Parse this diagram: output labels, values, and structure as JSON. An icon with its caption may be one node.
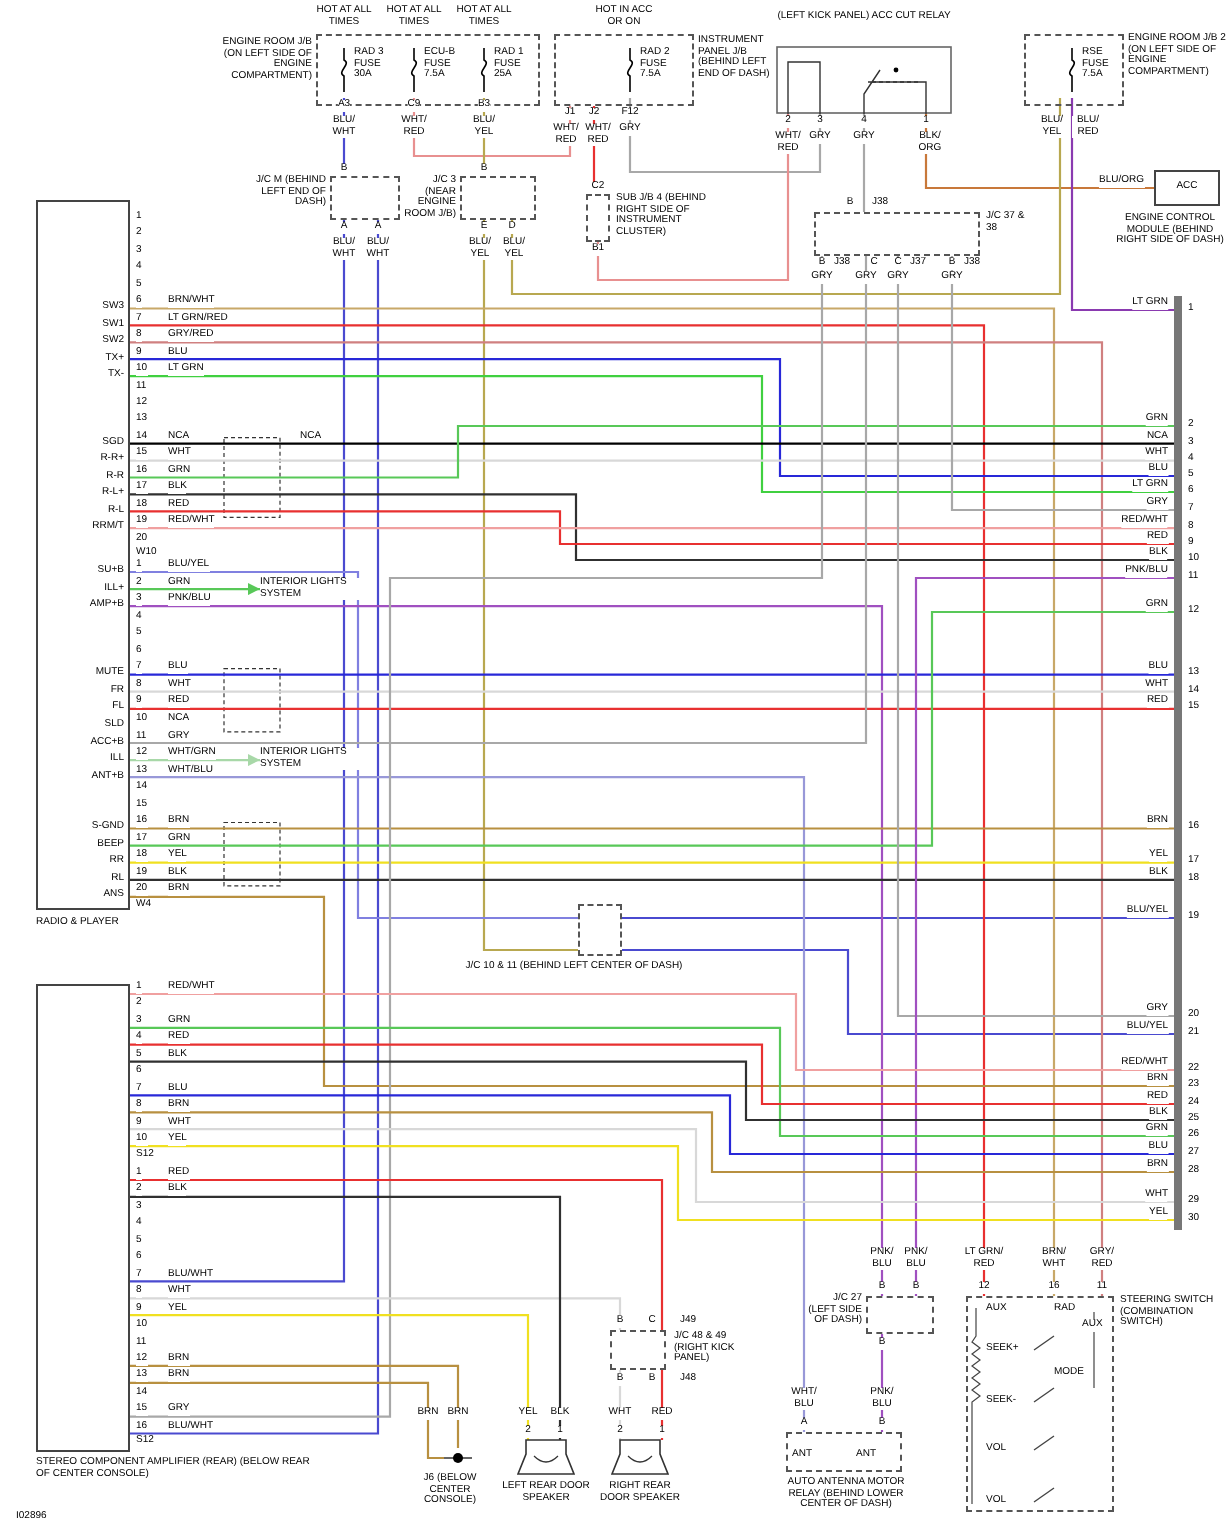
{
  "diagram": {
    "nodes": [
      {
        "text": [
          "ENGINE ROOM J/B (ON LEFT SIDE OF ENGINE COMPARTMENT)"
        ]
      },
      {
        "text": [
          "RAD 3 FUSE 30A"
        ],
        "in": 0
      },
      {
        "text": [
          "ECU-B FUSE 7.5A"
        ],
        "in": 0
      },
      {
        "text": [
          "RAD 1 FUSE 25A"
        ],
        "in": 0
      },
      {
        "text": [
          "INSTRUMENT PANEL J/B (BEHIND LEFT END OF DASH)"
        ]
      },
      {
        "text": [
          "RAD 2 FUSE 7.5A"
        ],
        "in": 4
      },
      {
        "text": [
          "(LEFT KICK PANEL) ACC CUT RELAY"
        ]
      },
      {
        "text": [
          "ENGINE ROOM J/B 2 (ON LEFT SIDE OF ENGINE COMPARTMENT)"
        ]
      },
      {
        "text": [
          "RSE FUSE 7.5A"
        ],
        "in": 7
      },
      {
        "text": [
          "J/C M (BEHIND LEFT END OF DASH)"
        ]
      },
      {
        "text": [
          "J/C 3 (NEAR ENGINE ROOM J/B)"
        ]
      },
      {
        "text": [
          "SUB J/B 4 (BEHIND RIGHT SIDE OF INSTRUMENT CLUSTER)"
        ]
      },
      {
        "text": [
          "J/C 37 & 38"
        ]
      },
      {
        "text": [
          "ACC",
          "ENGINE CONTROL MODULE (BEHIND RIGHT SIDE OF DASH)"
        ]
      },
      {
        "text": [
          "RADIO & PLAYER"
        ]
      },
      {
        "text": [
          "J/C 10 & 11 (BEHIND LEFT CENTER OF DASH)"
        ]
      },
      {
        "text": [
          "STEREO COMPONENT AMPLIFIER (REAR) (BELOW REAR OF CENTER CONSOLE)"
        ]
      },
      {
        "text": [
          "J6 (BELOW CENTER CONSOLE)"
        ]
      },
      {
        "text": [
          "LEFT REAR DOOR SPEAKER"
        ]
      },
      {
        "text": [
          "J/C 48 & 49 (RIGHT KICK PANEL)"
        ]
      },
      {
        "text": [
          "RIGHT REAR DOOR SPEAKER"
        ]
      },
      {
        "text": [
          "J/C 27 (LEFT SIDE OF DASH)"
        ]
      },
      {
        "text": [
          "ANT",
          "ANT",
          "AUTO ANTENNA MOTOR RELAY (BEHIND LOWER CENTER OF DASH)"
        ]
      },
      {
        "text": [
          "STEERING SWITCH (COMBINATION SWITCH)"
        ]
      },
      {
        "text": [
          "INTERIOR LIGHTS SYSTEM"
        ]
      },
      {
        "text": [
          "INTERIOR LIGHTS SYSTEM"
        ]
      },
      {
        "text": [],
        "shape": "bar"
      }
    ],
    "edges": [
      {
        "from": 1,
        "to": 9,
        "arrow": "none",
        "color": "#4a4ad0"
      },
      {
        "from": 2,
        "to": 4,
        "arrow": "none",
        "color": "#e89090"
      },
      {
        "from": 3,
        "to": 10,
        "arrow": "none",
        "color": "#b8a850"
      },
      {
        "from": 4,
        "to": 11,
        "arrow": "none",
        "color": "#e83030"
      },
      {
        "from": 5,
        "to": 6,
        "arrow": "none",
        "color": "#a8a8a8"
      },
      {
        "from": 11,
        "to": 6,
        "arrow": "none",
        "color": "#e89090"
      },
      {
        "from": 6,
        "to": 12,
        "arrow": "none",
        "color": "#a8a8a8"
      },
      {
        "from": 6,
        "to": 13,
        "arrow": "none",
        "color": "#c8783a"
      },
      {
        "from": 8,
        "to": 10,
        "arrow": "none",
        "color": "#b8a850"
      },
      {
        "from": 8,
        "to": 26,
        "arrow": "none",
        "color": "#8a3ab0"
      },
      {
        "from": 9,
        "to": 16,
        "arrow": "none",
        "color": "#4a4ad0"
      },
      {
        "from": 9,
        "to": 16,
        "arrow": "none",
        "color": "#4a4ad0"
      },
      {
        "from": 10,
        "to": 15,
        "arrow": "none",
        "color": "#b8a850"
      },
      {
        "from": 14,
        "to": 15,
        "arrow": "none",
        "color": "#8080e0"
      },
      {
        "from": 15,
        "to": 26,
        "arrow": "none",
        "color": "#4a4ad0"
      },
      {
        "from": 15,
        "to": 26,
        "arrow": "none",
        "color": "#4a4ad0"
      },
      {
        "from": 14,
        "to": 23,
        "arrow": "none",
        "color": "#c8a868"
      },
      {
        "from": 14,
        "to": 23,
        "arrow": "none",
        "color": "#e83030"
      },
      {
        "from": 14,
        "to": 23,
        "arrow": "none",
        "color": "#d08080"
      },
      {
        "from": 14,
        "to": 26,
        "arrow": "none",
        "color": "#2828d8"
      },
      {
        "from": 14,
        "to": 26,
        "arrow": "none",
        "color": "#40d040"
      },
      {
        "from": 14,
        "to": 26,
        "arrow": "none",
        "color": "#000000"
      },
      {
        "from": 14,
        "to": 26,
        "arrow": "none",
        "color": "#d8d8d8"
      },
      {
        "from": 14,
        "to": 26,
        "arrow": "none",
        "color": "#58c858"
      },
      {
        "from": 14,
        "to": 26,
        "arrow": "none",
        "color": "#303030"
      },
      {
        "from": 14,
        "to": 26,
        "arrow": "none",
        "color": "#e83030"
      },
      {
        "from": 14,
        "to": 26,
        "arrow": "none",
        "color": "#f0a0a0"
      },
      {
        "from": 14,
        "to": 24,
        "arrow": "to",
        "color": "#58c858"
      },
      {
        "from": 14,
        "to": 21,
        "arrow": "none",
        "color": "#a050c0"
      },
      {
        "from": 14,
        "to": 26,
        "arrow": "none",
        "color": "#2828d8"
      },
      {
        "from": 14,
        "to": 26,
        "arrow": "none",
        "color": "#d8d8d8"
      },
      {
        "from": 14,
        "to": 26,
        "arrow": "none",
        "color": "#e83030"
      },
      {
        "from": 14,
        "to": 12,
        "arrow": "none",
        "color": "#a8a8a8"
      },
      {
        "from": 14,
        "to": 25,
        "arrow": "to",
        "color": "#a8d8a8"
      },
      {
        "from": 14,
        "to": 22,
        "arrow": "none",
        "color": "#9898d8"
      },
      {
        "from": 14,
        "to": 26,
        "arrow": "none",
        "color": "#b89040"
      },
      {
        "from": 14,
        "to": 26,
        "arrow": "none",
        "color": "#58c858"
      },
      {
        "from": 14,
        "to": 26,
        "arrow": "none",
        "color": "#f0e020"
      },
      {
        "from": 14,
        "to": 26,
        "arrow": "none",
        "color": "#303030"
      },
      {
        "from": 14,
        "to": 26,
        "arrow": "none",
        "color": "#b89040"
      },
      {
        "from": 12,
        "to": 26,
        "arrow": "none",
        "color": "#a8a8a8"
      },
      {
        "from": 12,
        "to": 26,
        "arrow": "none",
        "color": "#a8a8a8"
      },
      {
        "from": 16,
        "to": 12,
        "arrow": "none",
        "color": "#a8a8a8"
      },
      {
        "from": 26,
        "to": 21,
        "arrow": "none",
        "color": "#a050c0"
      },
      {
        "from": 16,
        "to": 26,
        "arrow": "none",
        "color": "#f0a0a0"
      },
      {
        "from": 16,
        "to": 26,
        "arrow": "none",
        "color": "#58c858"
      },
      {
        "from": 16,
        "to": 26,
        "arrow": "none",
        "color": "#e83030"
      },
      {
        "from": 16,
        "to": 26,
        "arrow": "none",
        "color": "#303030"
      },
      {
        "from": 16,
        "to": 26,
        "arrow": "none",
        "color": "#2828d8"
      },
      {
        "from": 16,
        "to": 26,
        "arrow": "none",
        "color": "#b89040"
      },
      {
        "from": 16,
        "to": 26,
        "arrow": "none",
        "color": "#d8d8d8"
      },
      {
        "from": 16,
        "to": 26,
        "arrow": "none",
        "color": "#f0e020"
      },
      {
        "from": 16,
        "to": 19,
        "arrow": "none",
        "color": "#e83030"
      },
      {
        "from": 16,
        "to": 19,
        "arrow": "none",
        "color": "#d8d8d8"
      },
      {
        "from": 19,
        "to": 20,
        "arrow": "none",
        "color": "#d8d8d8"
      },
      {
        "from": 19,
        "to": 20,
        "arrow": "none",
        "color": "#e83030"
      },
      {
        "from": 16,
        "to": 18,
        "arrow": "none",
        "color": "#303030"
      },
      {
        "from": 16,
        "to": 18,
        "arrow": "none",
        "color": "#f0e020"
      },
      {
        "from": 16,
        "to": 17,
        "arrow": "none",
        "color": "#b89040"
      },
      {
        "from": 16,
        "to": 17,
        "arrow": "none",
        "color": "#b89040"
      },
      {
        "from": 21,
        "to": 22,
        "arrow": "none",
        "color": "#a050c0"
      }
    ],
    "labels": [
      "HOT AT ALL TIMES",
      "HOT AT ALL TIMES",
      "HOT AT ALL TIMES",
      "HOT IN ACC OR ON",
      "A3",
      "C9",
      "B3",
      "J1",
      "J2",
      "F12",
      "2",
      "3",
      "4",
      "1",
      "BLU/ WHT",
      "WHT/ RED",
      "BLU/ YEL",
      "WHT/ RED",
      "WHT/ RED",
      "GRY",
      "WHT/ RED",
      "GRY",
      "GRY",
      "BLK/ ORG",
      "BLU/ YEL",
      "BLU/ RED",
      "B",
      "A",
      "A",
      "B",
      "E",
      "D",
      "C2",
      "B1",
      "B",
      "J38",
      "B",
      "J38",
      "C",
      "C",
      "J37",
      "B",
      "J38",
      "BLU/ WHT",
      "BLU/ WHT",
      "BLU/ YEL",
      "BLU/ YEL",
      "GRY",
      "GRY",
      "GRY",
      "GRY",
      "BLU/ORG",
      "1",
      "2",
      "3",
      "4",
      "5",
      "6",
      "7",
      "8",
      "9",
      "10",
      "11",
      "12",
      "13",
      "14",
      "15",
      "16",
      "17",
      "18",
      "19",
      "20",
      "W10",
      "SW3",
      "SW1",
      "SW2",
      "TX+",
      "TX-",
      "SGD",
      "R-R+",
      "R-R",
      "R-L+",
      "R-L",
      "RRM/T",
      "BRN/WHT",
      "LT GRN/RED",
      "GRY/RED",
      "BLU",
      "LT GRN",
      "NCA",
      "WHT",
      "GRN",
      "BLK",
      "RED",
      "RED/WHT",
      "NCA",
      "1",
      "2",
      "3",
      "4",
      "5",
      "6",
      "7",
      "8",
      "9",
      "10",
      "11",
      "12",
      "13",
      "14",
      "15",
      "16",
      "17",
      "18",
      "19",
      "20",
      "W4",
      "SU+B",
      "ILL+",
      "AMP+B",
      "MUTE",
      "FR",
      "FL",
      "SLD",
      "ACC+B",
      "ILL",
      "ANT+B",
      "S-GND",
      "BEEP",
      "RR",
      "RL",
      "ANS",
      "BLU/YEL",
      "GRN",
      "PNK/BLU",
      "BLU",
      "WHT",
      "RED",
      "NCA",
      "GRY",
      "WHT/GRN",
      "WHT/BLU",
      "BRN",
      "GRN",
      "YEL",
      "BLK",
      "BRN",
      "1",
      "2",
      "3",
      "4",
      "5",
      "6",
      "7",
      "8",
      "9",
      "10",
      "11",
      "12",
      "13",
      "14",
      "15",
      "16",
      "17",
      "18",
      "19",
      "20",
      "21",
      "22",
      "23",
      "24",
      "25",
      "26",
      "27",
      "28",
      "29",
      "30",
      "LT GRN",
      "GRN",
      "NCA",
      "WHT",
      "BLU",
      "LT GRN",
      "GRY",
      "RED/WHT",
      "RED",
      "BLK",
      "PNK/BLU",
      "GRN",
      "BLU",
      "WHT",
      "RED",
      "BRN",
      "YEL",
      "BLK",
      "BLU/YEL",
      "GRY",
      "BLU/YEL",
      "RED/WHT",
      "BRN",
      "RED",
      "BLK",
      "GRN",
      "BLU",
      "BRN",
      "WHT",
      "YEL",
      "1",
      "2",
      "3",
      "4",
      "5",
      "6",
      "7",
      "8",
      "9",
      "10",
      "S12",
      "RED/WHT",
      "GRN",
      "RED",
      "BLK",
      "BLU",
      "BRN",
      "WHT",
      "YEL",
      "1",
      "2",
      "3",
      "4",
      "5",
      "6",
      "7",
      "8",
      "9",
      "10",
      "11",
      "12",
      "13",
      "14",
      "15",
      "16",
      "S12",
      "RED",
      "BLK",
      "BLU/WHT",
      "WHT",
      "YEL",
      "BRN",
      "BRN",
      "GRY",
      "BLU/WHT",
      "BRN",
      "BRN",
      "YEL",
      "BLK",
      "2",
      "1",
      "WHT",
      "RED",
      "2",
      "1",
      "B",
      "C",
      "J49",
      "B",
      "B",
      "J48",
      "PNK/ BLU",
      "PNK/ BLU",
      "B",
      "B",
      "B",
      "WHT/ BLU",
      "PNK/ BLU",
      "A",
      "B",
      "LT GRN/ RED",
      "BRN/ WHT",
      "GRY/ RED",
      "12",
      "16",
      "11",
      "AUX",
      "RAD",
      "AUX",
      "SEEK+",
      "MODE",
      "SEEK-",
      "VOL",
      "VOL",
      "I02896"
    ]
  }
}
